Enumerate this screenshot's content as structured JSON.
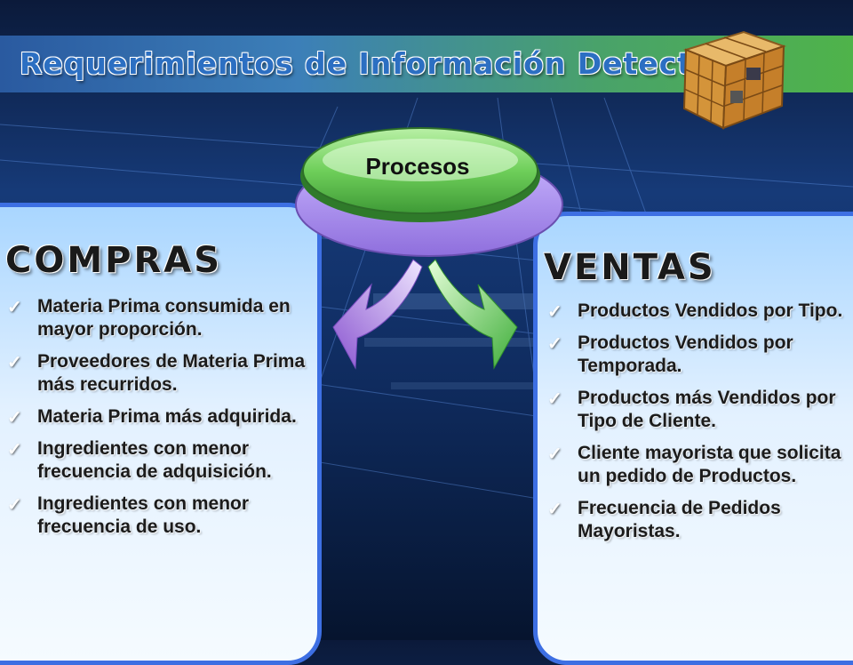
{
  "title": "Requerimientos de Información Detectados",
  "center": {
    "label": "Procesos"
  },
  "compras": {
    "heading": "COMPRAS",
    "items": [
      "Materia Prima consumida en mayor proporción.",
      "Proveedores de Materia Prima más recurridos.",
      "Materia Prima más adquirida.",
      "Ingredientes con menor frecuencia de adquisición.",
      "Ingredientes con menor frecuencia de uso."
    ]
  },
  "ventas": {
    "heading": "VENTAS",
    "items": [
      "Productos Vendidos por Tipo.",
      "Productos Vendidos por Temporada.",
      "Productos más Vendidos por Tipo de Cliente.",
      "Cliente mayorista que solicita un pedido de Productos.",
      "Frecuencia de Pedidos Mayoristas."
    ]
  },
  "colors": {
    "panel_border": "#3d6fe3",
    "title_text": "#2c6fc2",
    "arrow_left": "#9b6ad6",
    "arrow_right": "#4caf50",
    "oval_green": "#5dbb4f",
    "oval_purple": "#9a7be0"
  },
  "icons": [
    "checkmark-icon",
    "cube-logo-icon",
    "curved-arrow-icon"
  ]
}
